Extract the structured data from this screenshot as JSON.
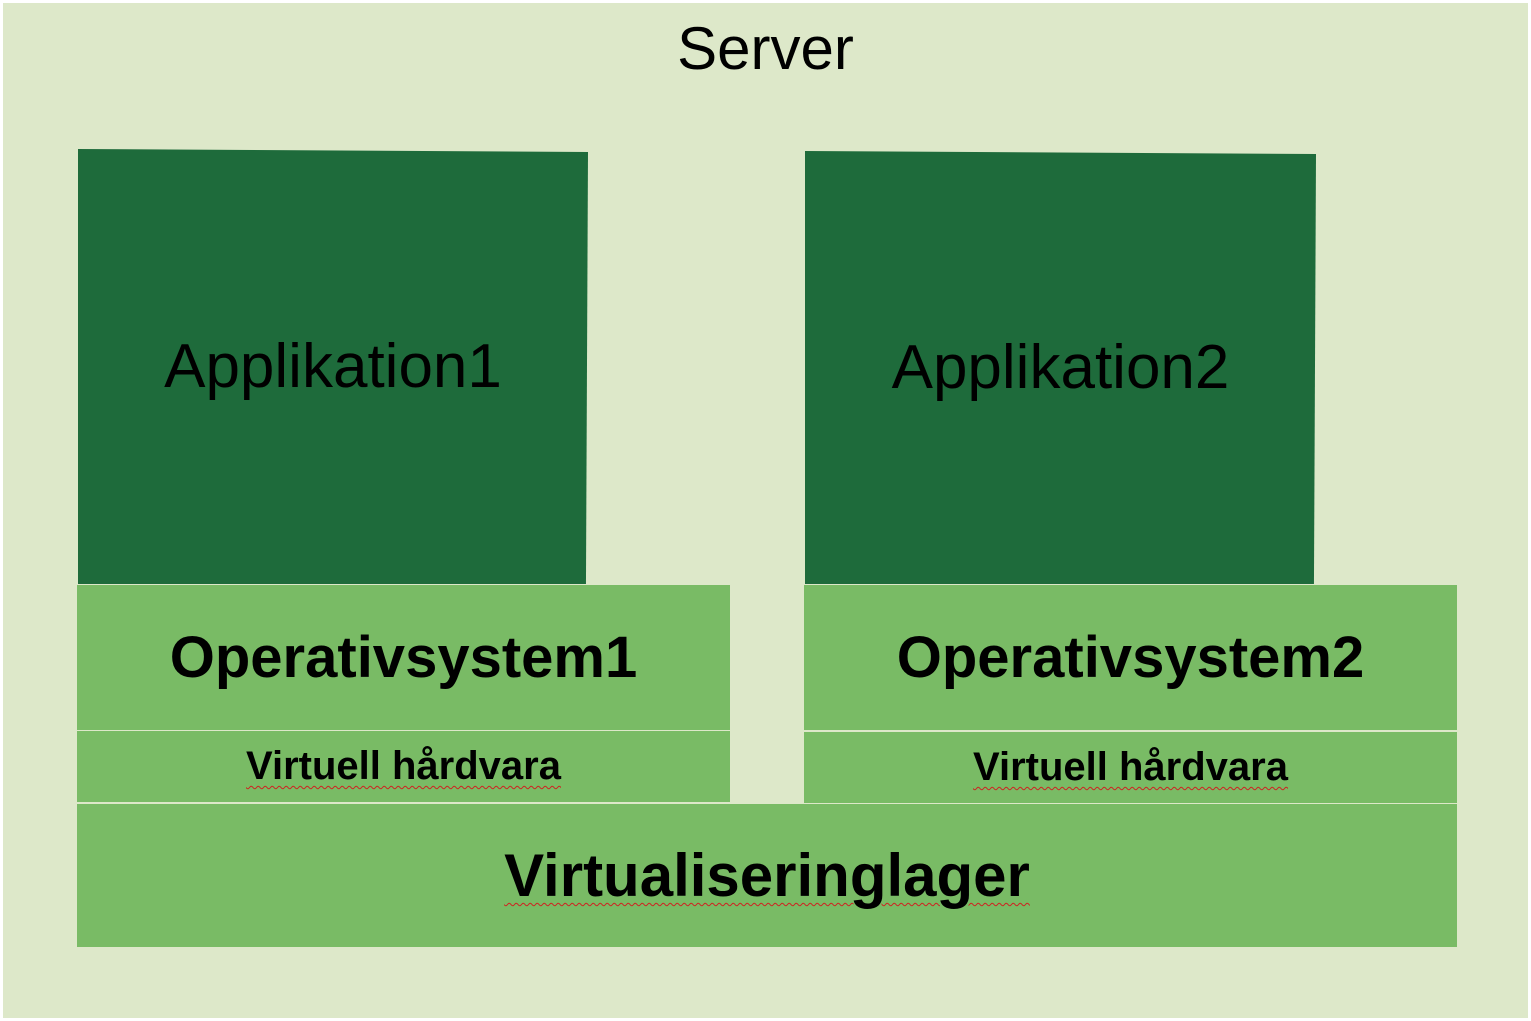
{
  "server": {
    "label": "Server"
  },
  "applications": [
    {
      "label": "Applikation1"
    },
    {
      "label": "Applikation2"
    }
  ],
  "operating_systems": [
    {
      "label": "Operativsystem1"
    },
    {
      "label": "Operativsystem2"
    }
  ],
  "virtual_hardware": [
    {
      "label": "Virtuell hårdvara"
    },
    {
      "label": "Virtuell hårdvara"
    }
  ],
  "virtualization_layer": {
    "label": "Virtualiseringlager"
  },
  "colors": {
    "server_background": "#dde8c9",
    "application_box": "#1e6b3b",
    "layer_box": "#79bb65",
    "text": "#000000"
  }
}
